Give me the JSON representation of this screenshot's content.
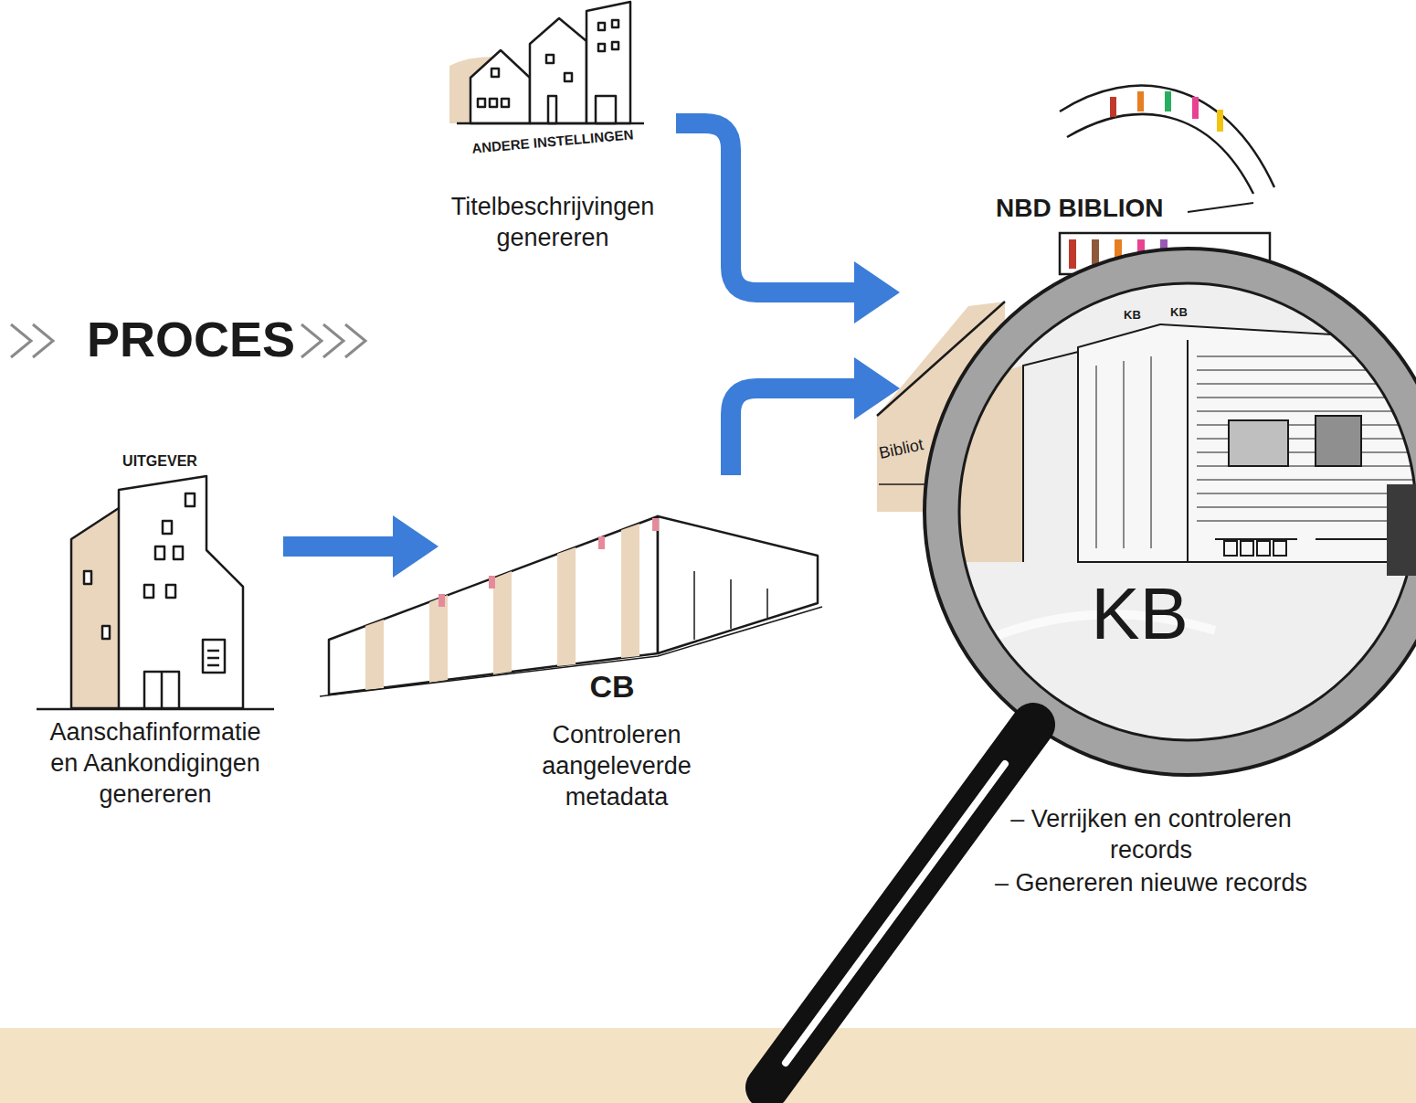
{
  "diagram": {
    "title": "PROCES",
    "nodes": [
      {
        "text": [
          "ANDERE INSTELLINGEN",
          "Titelbeschrijvingen genereren"
        ]
      },
      {
        "text": [
          "UITGEVER",
          "Aanschafinformatie en Aankondigingen genereren"
        ]
      },
      {
        "text": [
          "CB",
          "Controleren aangeleverde metadata"
        ]
      },
      {
        "text": [
          "KB",
          "– Verrijken en controleren records",
          "– Genereren nieuwe records"
        ]
      }
    ],
    "edges": [
      {
        "from": 1,
        "to": 2,
        "arrow": "to"
      },
      {
        "from": 0,
        "to": 3,
        "arrow": "to"
      },
      {
        "from": 2,
        "to": 3,
        "arrow": "to"
      }
    ],
    "labels": [
      "NBD BIBLION",
      "Bibliot",
      "KB",
      "KB"
    ]
  }
}
